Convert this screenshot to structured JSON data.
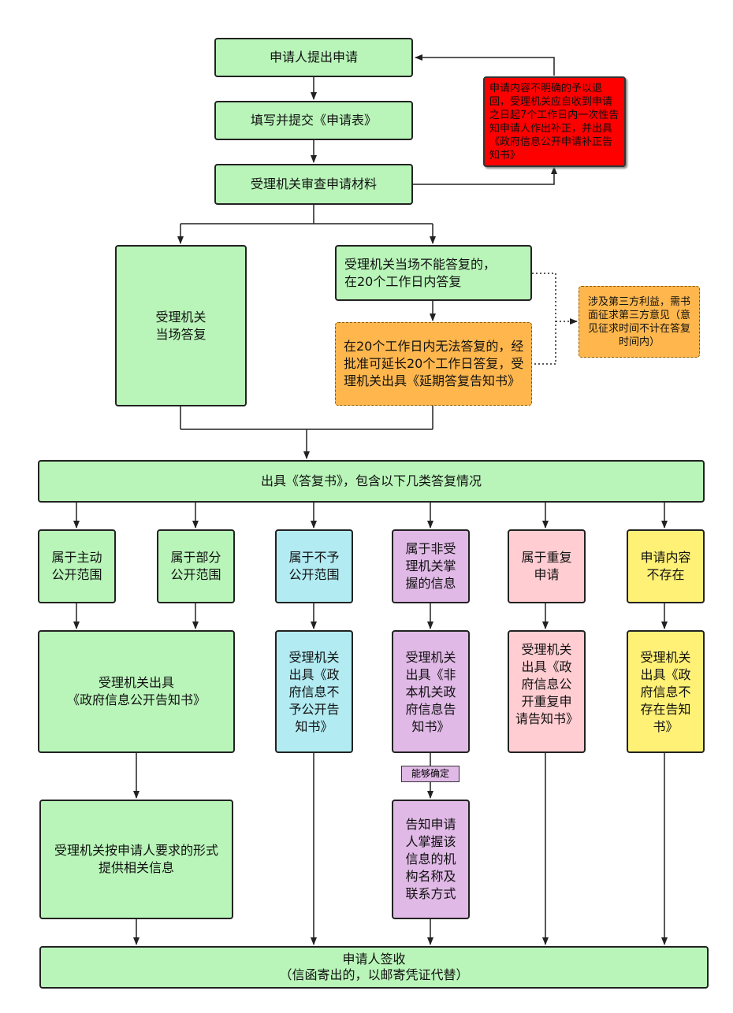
{
  "boxes": {
    "apply": "申请人提出申请",
    "fill_form": "填写并提交《申请表》",
    "review": "受理机关审查申请材料",
    "supplement": "申请内容不明确的予以退回，受理机关应自收到申请之日起7个工作日内一次性告知申请人作出补正，并出具《政府信息公开申请补正告知书》",
    "reply_onsite": "受理机关\n当场答复",
    "reply_20days": "受理机关当场不能答复的，\n在20个工作日内答复",
    "extend": "在20个工作日内无法答复的，经批准可延长20个工作日答复，受理机关出具《延期答复告知书》",
    "third_party": "涉及第三方利益，需书面征求第三方意见（意见征求时间不计在答复时间内）",
    "issue_reply": "出具《答复书》，包含以下几类答复情况",
    "cat_active": "属于主动\n公开范围",
    "cat_partial": "属于部分\n公开范围",
    "cat_not_open": "属于不予\n公开范围",
    "cat_not_held": "属于非受\n理机关掌\n握的信息",
    "cat_repeat": "属于重复\n申请",
    "cat_not_exist": "申请内容\n不存在",
    "notice_open": "受理机关出具\n《政府信息公开告知书》",
    "notice_not_open": "受理机关出具《政府信息不予公开告知书》",
    "notice_not_held": "受理机关出具《非本机关政府信息告知书》",
    "notice_repeat": "受理机关出具《政府信息公开重复申请告知书》",
    "notice_not_exist": "受理机关出具《政府信息不存在告知书》",
    "provide_info": "受理机关按申请人要求的形式提供相关信息",
    "inform_org": "告知申请人掌握该信息的机构名称及联系方式",
    "sign": "申请人签收\n（信函寄出的，以邮寄凭证代替）"
  },
  "labels": {
    "can_determine": "能够确定"
  }
}
